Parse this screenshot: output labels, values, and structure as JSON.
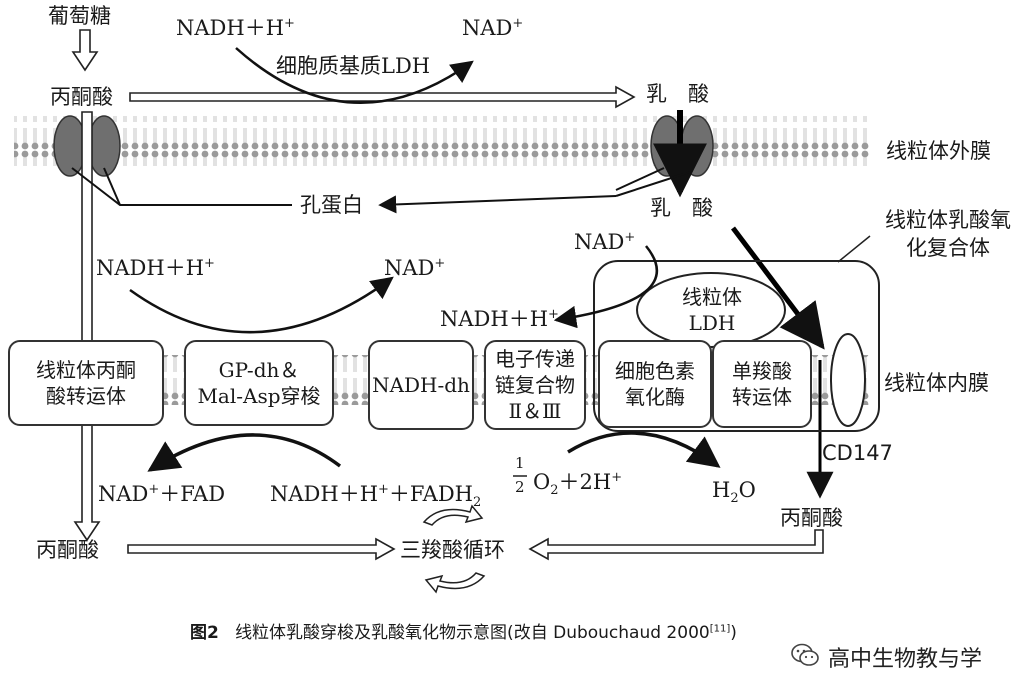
{
  "labels": {
    "glucose": "葡萄糖",
    "pyruvate_top": "丙酮酸",
    "nadh_top": "NADH＋H",
    "nad_top": "NAD",
    "cyto_ldh": "细胞质基质LDH",
    "lactate_top": "乳　酸",
    "outer_membrane": "线粒体外膜",
    "porin": "孔蛋白",
    "lactate_mid": "乳　酸",
    "lox_complex_line1": "线粒体乳酸氧",
    "lox_complex_line2": "化复合体",
    "nad_right": "NAD",
    "nadh_left": "NADH＋H",
    "nad_left": "NAD",
    "nadh_right": "NADH＋H",
    "inner_membrane": "线粒体内膜",
    "cd147": "CD147",
    "nad_fad": "NAD",
    "nad_fad_tail": "＋FAD",
    "nadh_fadh": "NADH＋H",
    "nadh_fadh_tail": "＋FADH",
    "o2_part": "O",
    "o2_tail": "＋2H",
    "water": "H",
    "water_tail": "O",
    "pyruvate_bottom_left": "丙酮酸",
    "pyruvate_bottom_right": "丙酮酸",
    "tca": "三羧酸循环",
    "plus_sign": "+",
    "sub_two": "2",
    "half_num": "1",
    "half_den": "2"
  },
  "boxes": {
    "mpc": "线粒体丙酮\n酸转运体",
    "gp_shuttle": "GP-dh＆\nMal-Asp穿梭",
    "nadh_dh": "NADH-dh",
    "etc": "电子传递\n链复合物\nⅡ＆Ⅲ",
    "cox": "细胞色素\n氧化酶",
    "mct": "单羧酸\n转运体",
    "mito_ldh": "线粒体\nLDH"
  },
  "caption": {
    "figure_no": "图2",
    "text": "线粒体乳酸穿梭及乳酸氧化物示意图(改自 Dubouchaud 2000",
    "ref": "[11]",
    "close": ")"
  },
  "watermark": "高中生物教与学"
}
